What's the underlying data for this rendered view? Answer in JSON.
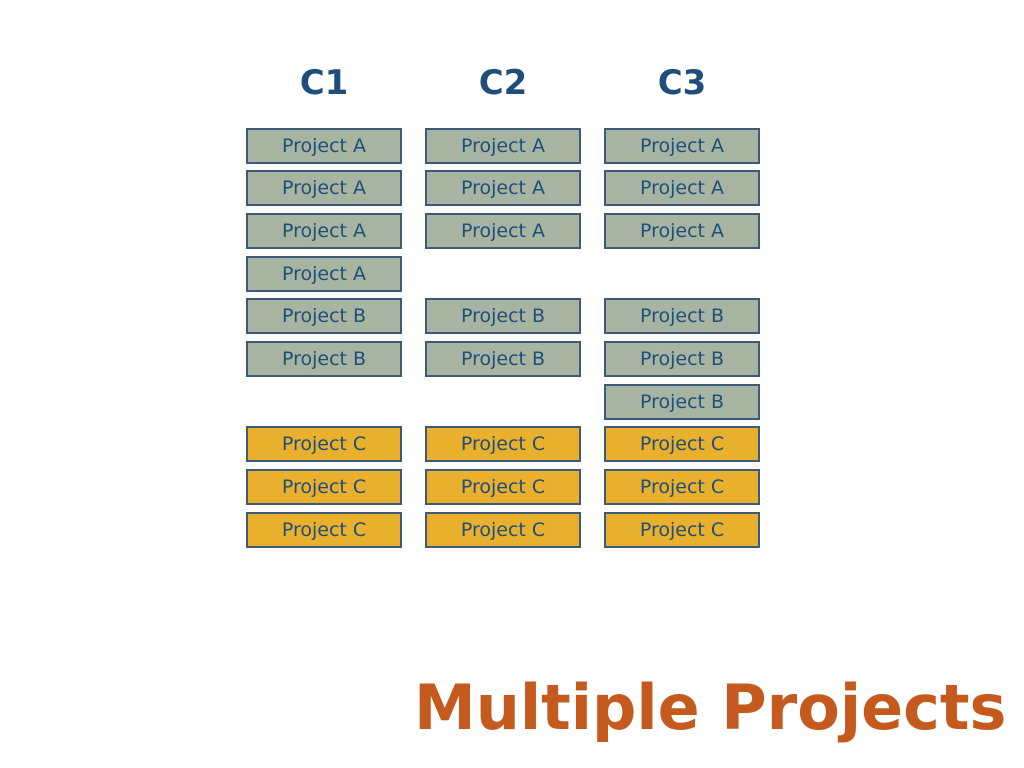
{
  "title": "Multiple Projects",
  "colors": {
    "header_text": "#1f4e79",
    "title_text": "#c55a1f",
    "project_a_fill": "#a7b4a2",
    "project_b_fill": "#a7b4a2",
    "project_c_fill": "#e9b02e",
    "box_border": "#3e5a7a"
  },
  "columns": [
    {
      "header": "C1",
      "slots": [
        "Project A",
        "Project A",
        "Project A",
        "Project A",
        "Project B",
        "Project B",
        "",
        "Project C",
        "Project C",
        "Project C"
      ]
    },
    {
      "header": "C2",
      "slots": [
        "Project A",
        "Project A",
        "Project A",
        "",
        "Project B",
        "Project B",
        "",
        "Project C",
        "Project C",
        "Project C"
      ]
    },
    {
      "header": "C3",
      "slots": [
        "Project A",
        "Project A",
        "Project A",
        "",
        "Project B",
        "Project B",
        "Project B",
        "Project C",
        "Project C",
        "Project C"
      ]
    }
  ]
}
